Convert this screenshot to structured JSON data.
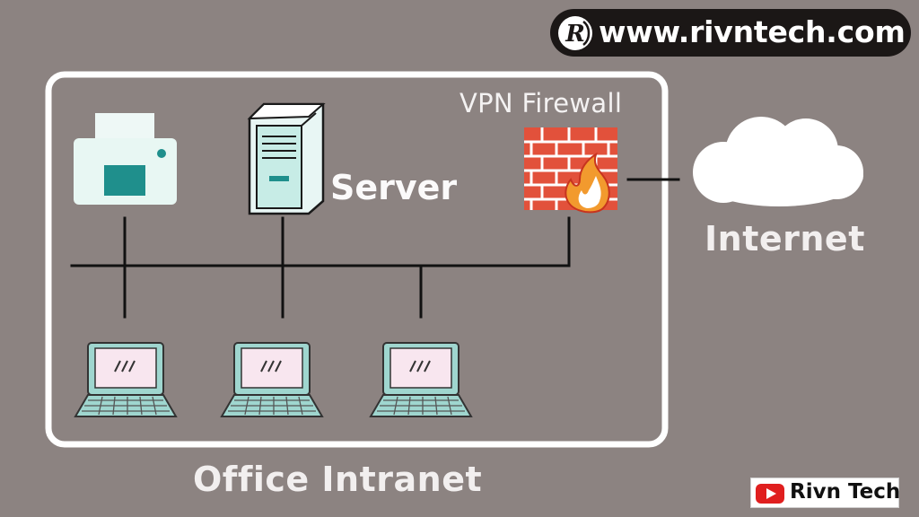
{
  "diagram": {
    "labels": {
      "vpn_firewall": "VPN Firewall",
      "server": "Server",
      "internet": "Internet",
      "office_intranet": "Office Intranet"
    },
    "nodes": [
      {
        "id": "printer",
        "icon": "printer-icon"
      },
      {
        "id": "server",
        "icon": "server-tower-icon"
      },
      {
        "id": "firewall",
        "icon": "brick-firewall-flame-icon"
      },
      {
        "id": "internet",
        "icon": "cloud-icon"
      },
      {
        "id": "laptop-1",
        "icon": "laptop-icon"
      },
      {
        "id": "laptop-2",
        "icon": "laptop-icon"
      },
      {
        "id": "laptop-3",
        "icon": "laptop-icon"
      }
    ],
    "edges": [
      {
        "from": "printer",
        "to": "network-bus"
      },
      {
        "from": "server",
        "to": "network-bus"
      },
      {
        "from": "firewall",
        "to": "network-bus"
      },
      {
        "from": "laptop-1",
        "to": "network-bus"
      },
      {
        "from": "laptop-2",
        "to": "network-bus"
      },
      {
        "from": "laptop-3",
        "to": "network-bus"
      },
      {
        "from": "firewall",
        "to": "internet"
      }
    ]
  },
  "branding": {
    "website": "www.rivntech.com",
    "channel": "Rivn Tech",
    "logo_icon": "rivn-logo-icon",
    "youtube_icon": "youtube-play-icon"
  },
  "colors": {
    "background": "#8c8381",
    "frame": "#ffffff",
    "lines": "#111111",
    "device_teal": "#1f8f8c",
    "device_light": "#e8f7f3",
    "laptop_body": "#9fd6cf",
    "laptop_screen": "#f8e6ef",
    "brick": "#e2513b",
    "flame": "#f29a2e",
    "badge_dark": "#1b1716",
    "youtube_red": "#e01f1f"
  }
}
